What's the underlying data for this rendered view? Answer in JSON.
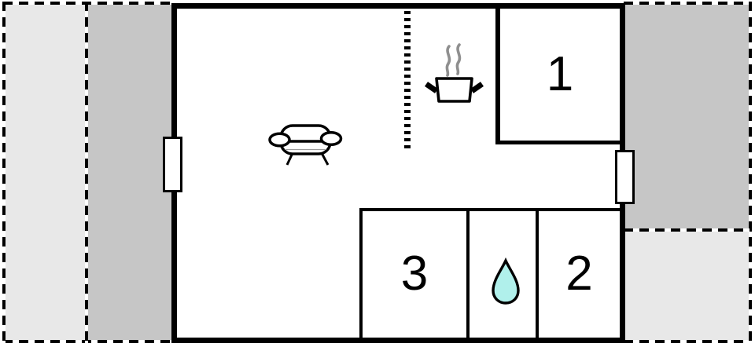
{
  "floor_plan": {
    "rooms": [
      {
        "id": "room-1",
        "label": "1"
      },
      {
        "id": "room-2",
        "label": "2"
      },
      {
        "id": "room-3",
        "label": "3"
      }
    ],
    "icons": [
      "sofa-icon",
      "cooking-pot-icon",
      "steam-icon",
      "water-drop-icon",
      "door-left-icon",
      "door-right-icon",
      "dashed-room-divider"
    ],
    "areas": {
      "terrace_left_outer": "light-gray",
      "terrace_left_inner": "dark-gray",
      "terrace_right_upper": "dark-gray",
      "terrace_right_lower": "light-gray"
    }
  },
  "colors": {
    "wall": "#000000",
    "floor": "#ffffff",
    "terrace_light": "#e8e8e8",
    "terrace_dark": "#c6c6c6",
    "water_drop_fill": "#b0f0eb",
    "steam": "#8f8f8f"
  }
}
